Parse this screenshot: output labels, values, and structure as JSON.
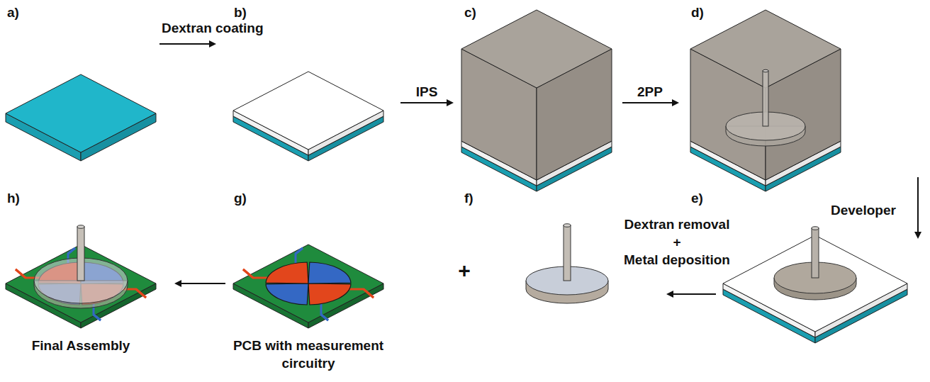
{
  "diagram": {
    "labels": [
      "a)",
      "b)",
      "c)",
      "d)",
      "h)",
      "g)",
      "f)",
      "e)",
      "Dextran coating",
      "IPS",
      "2PP",
      "Developer",
      "Dextran removal",
      "+",
      "Metal deposition",
      "+",
      "PCB with measurement circuitry",
      "Final Assembly"
    ]
  }
}
